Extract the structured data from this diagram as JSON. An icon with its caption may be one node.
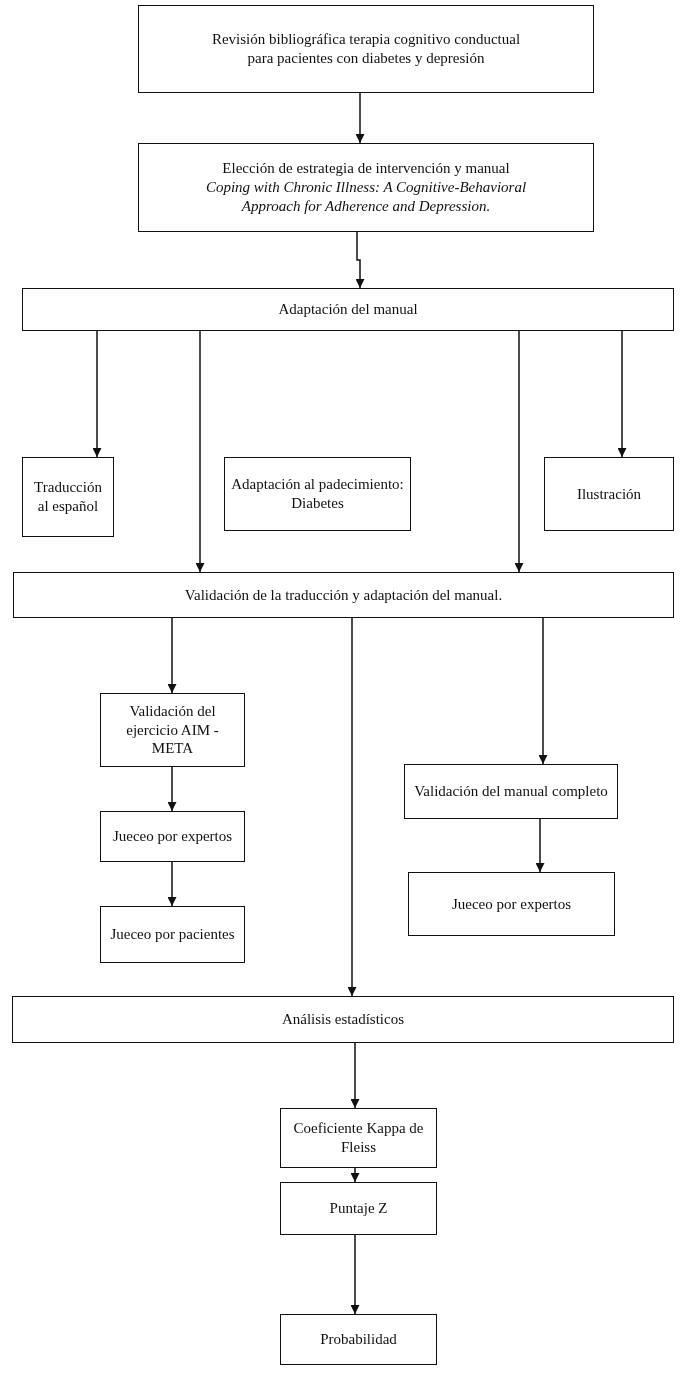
{
  "diagram": {
    "nodes": [
      {
        "text": [
          "Revisión bibliográfica terapia cognitivo conductual para pacientes con diabetes y depresión"
        ]
      },
      {
        "text": [
          "Elección de estrategia de intervención y manual",
          "Coping with Chronic Illness: A Cognitive-Behavioral Approach for Adherence and Depression."
        ]
      },
      {
        "text": [
          "Adaptación del manual"
        ]
      },
      {
        "text": [
          "Traducción al español"
        ]
      },
      {
        "text": [
          "Adaptación al padecimiento: Diabetes"
        ]
      },
      {
        "text": [
          "Ilustración"
        ]
      },
      {
        "text": [
          "Validación de la traducción y adaptación del manual."
        ]
      },
      {
        "text": [
          "Validación del ejercicio AIM - META"
        ]
      },
      {
        "text": [
          "Jueceo por expertos"
        ]
      },
      {
        "text": [
          "Jueceo por pacientes"
        ]
      },
      {
        "text": [
          "Validación del manual completo"
        ]
      },
      {
        "text": [
          "Jueceo por expertos"
        ]
      },
      {
        "text": [
          "Análisis estadísticos"
        ]
      },
      {
        "text": [
          "Coeficiente Kappa de Fleiss"
        ]
      },
      {
        "text": [
          "Puntaje Z"
        ]
      },
      {
        "text": [
          "Probabilidad"
        ]
      }
    ],
    "edges": [
      {
        "from": 0,
        "to": 1,
        "arrow": "to"
      },
      {
        "from": 1,
        "to": 2,
        "arrow": "to"
      },
      {
        "from": 2,
        "to": 3,
        "arrow": "to"
      },
      {
        "from": 2,
        "to": 6,
        "arrow": "to"
      },
      {
        "from": 2,
        "to": 6,
        "arrow": "to"
      },
      {
        "from": 2,
        "to": 5,
        "arrow": "to"
      },
      {
        "from": 6,
        "to": 7,
        "arrow": "to"
      },
      {
        "from": 6,
        "to": 12,
        "arrow": "to"
      },
      {
        "from": 6,
        "to": 10,
        "arrow": "to"
      },
      {
        "from": 7,
        "to": 8,
        "arrow": "to"
      },
      {
        "from": 8,
        "to": 9,
        "arrow": "to"
      },
      {
        "from": 10,
        "to": 11,
        "arrow": "to"
      },
      {
        "from": 12,
        "to": 13,
        "arrow": "to"
      },
      {
        "from": 13,
        "to": 14,
        "arrow": "to"
      },
      {
        "from": 14,
        "to": 15,
        "arrow": "to"
      }
    ]
  }
}
